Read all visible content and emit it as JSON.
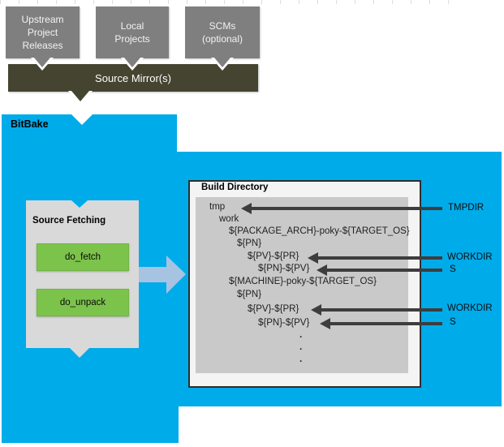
{
  "top_boxes": [
    {
      "label": "Upstream\nProject\nReleases"
    },
    {
      "label": "Local\nProjects"
    },
    {
      "label": "SCMs\n(optional)"
    }
  ],
  "source_mirror": {
    "label": "Source Mirror(s)"
  },
  "bitbake": {
    "label": "BitBake"
  },
  "source_fetching": {
    "title": "Source Fetching",
    "tasks": [
      {
        "label": "do_fetch"
      },
      {
        "label": "do_unpack"
      }
    ]
  },
  "build_directory": {
    "title": "Build Directory",
    "tree": [
      "tmp",
      "work",
      "${PACKAGE_ARCH}-poky-${TARGET_OS}",
      "${PN}",
      "${PV}-${PR}",
      "${PN}-${PV}",
      "${MACHINE}-poky-${TARGET_OS}",
      "${PN}",
      "${PV}-${PR}",
      "${PN}-${PV}"
    ],
    "ellipsis": [
      ".",
      ".",
      "."
    ]
  },
  "annotations": [
    {
      "label": "TMPDIR"
    },
    {
      "label": "WORKDIR"
    },
    {
      "label": "S"
    },
    {
      "label": "WORKDIR"
    },
    {
      "label": "S"
    }
  ],
  "colors": {
    "bitbake_bg": "#00abea",
    "mirror_bg": "#454431",
    "callout_gray": "#7f7f7f",
    "task_green": "#7cc34b",
    "panel_gray": "#c9c9c9",
    "pointer_dark": "#3d3d3d",
    "flow_arrow_blue": "#a6c3e2"
  }
}
